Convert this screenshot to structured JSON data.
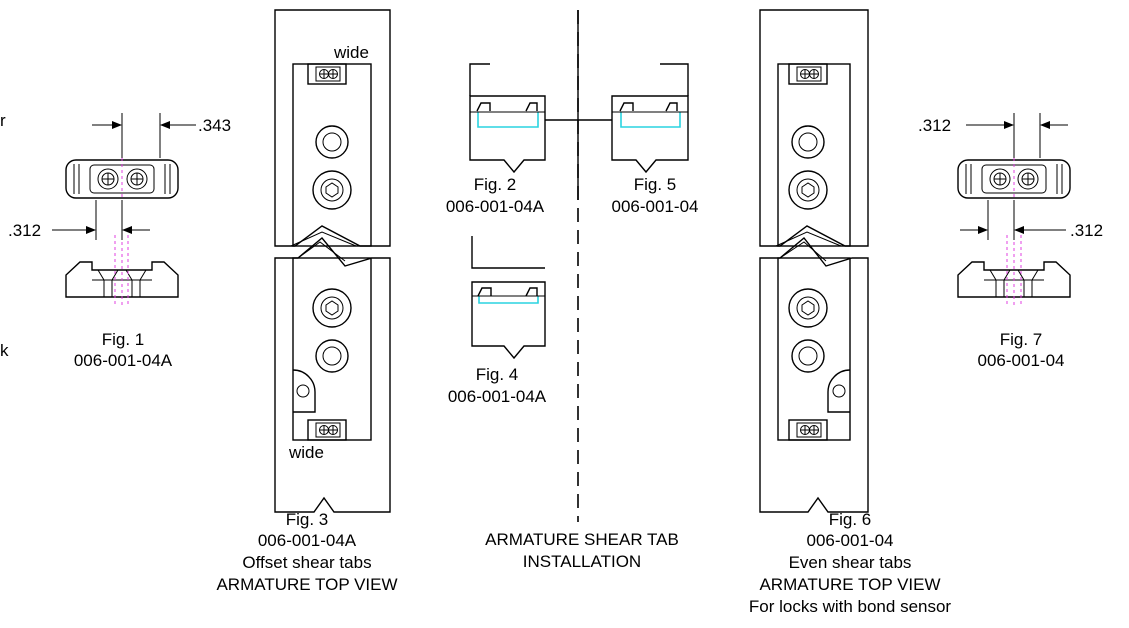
{
  "figures": {
    "fig1": {
      "caption": "Fig. 1",
      "part": "006-001-04A",
      "dim_top": ".343",
      "dim_bottom": ".312"
    },
    "fig2": {
      "caption": "Fig. 2",
      "part": "006-001-04A"
    },
    "fig3": {
      "caption": "Fig. 3",
      "part": "006-001-04A",
      "line3": "Offset shear tabs",
      "line4": "ARMATURE TOP VIEW",
      "label_top": "wide",
      "label_bottom": "wide"
    },
    "fig4": {
      "caption": "Fig. 4",
      "part": "006-001-04A"
    },
    "fig5": {
      "caption": "Fig. 5",
      "part": "006-001-04"
    },
    "fig6": {
      "caption": "Fig. 6",
      "part": "006-001-04",
      "line3": "Even shear tabs",
      "line4": "ARMATURE TOP VIEW",
      "line5": "For locks with bond sensor"
    },
    "fig7": {
      "caption": "Fig. 7",
      "part": "006-001-04",
      "dim_top": ".312",
      "dim_bottom": ".312"
    }
  },
  "center_title": {
    "line1": "ARMATURE SHEAR TAB",
    "line2": "INSTALLATION"
  },
  "left_edge_fragments": {
    "a": "r",
    "b": "k"
  },
  "colors": {
    "centerline": "#e040e0",
    "shear_tab_outline": "#2ad4e0",
    "line": "#000000"
  }
}
